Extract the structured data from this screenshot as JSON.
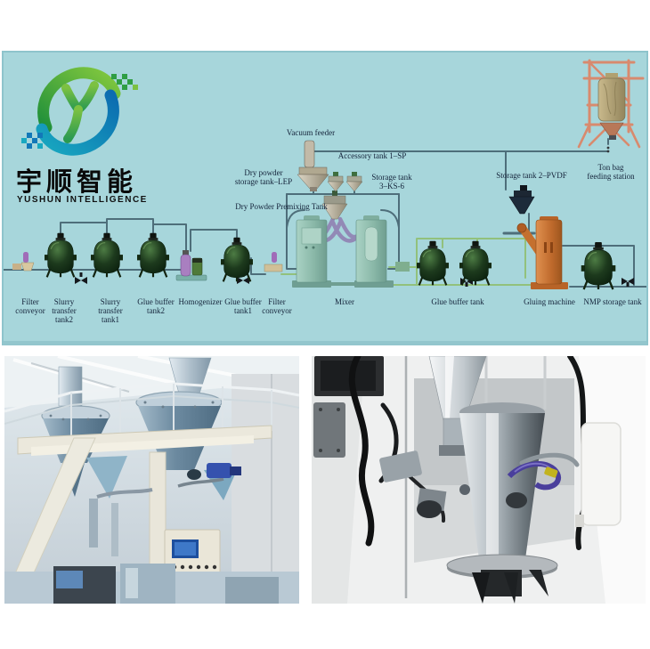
{
  "brand": {
    "logo_cn": "宇顺智能",
    "logo_en": "YUSHUN INTELLIGENCE"
  },
  "diagram": {
    "background_color": "#a7d6db",
    "labels": {
      "vacuum_feeder": "Vacuum feeder",
      "accessory_tank_1": "Accessory tank 1–SP",
      "dry_powder_storage_tank": "Dry powder\nstorage tank–LEP",
      "storage_tank_3": "Storage tank\n3–KS-6",
      "dry_powder_premixing_tank": "Dry Powder Premixing Tank",
      "storage_tank_2": "Storage tank 2–PVDF",
      "ton_bag_feeding_station": "Ton bag\nfeeding station",
      "filter_conveyor_left": "Filter\nconveyor",
      "slurry_transfer_tank2": "Slurry\ntransfer\ntank2",
      "slurry_transfer_tank1": "Slurry\ntransfer\ntank1",
      "glue_buffer_tank2": "Glue buffer\ntank2",
      "homogenizer": "Homogenizer",
      "glue_buffer_tank1": "Glue buffer\ntank1",
      "filter_conveyor_mid": "Filter\nconveyor",
      "mixer": "Mixer",
      "glue_buffer_tank": "Glue  buffer tank",
      "gluing_machine": "Gluing machine",
      "nmp_storage_tank": "NMP storage tank"
    }
  },
  "colors": {
    "tank_green": "#1e3d22",
    "mixer_teal": "#8fbfae",
    "machine_orange": "#c4702f",
    "ton_bag_frame_salmon": "#d88a6e",
    "bag_tan": "#b3a478",
    "pipe_slate": "#4e6e7a",
    "pipe_green": "#92c17c",
    "pipe_purple": "#9289b6",
    "logo_green": "#3aa53a",
    "logo_blue": "#1278b8"
  }
}
